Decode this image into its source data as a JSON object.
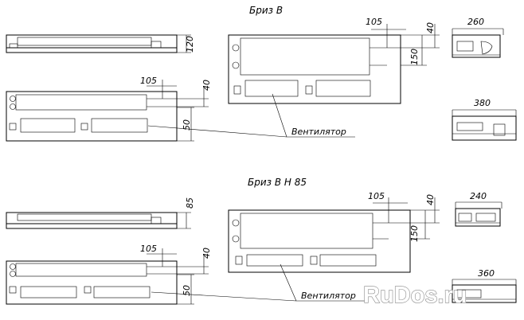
{
  "drawing_b": {
    "title": "Бриз В",
    "dims": {
      "plan_height": "120",
      "section_offset": "105",
      "section_top": "40",
      "section_bottom": "50",
      "main_offset": "105",
      "main_top": "40",
      "main_height": "150",
      "end_width_small": "260",
      "end_width_large": "380"
    },
    "fan_label": "Вентилятор"
  },
  "drawing_bh85": {
    "title": "Бриз В Н 85",
    "dims": {
      "plan_height": "85",
      "section_offset": "105",
      "section_top": "40",
      "section_bottom": "50",
      "main_offset": "105",
      "main_top": "40",
      "main_height": "150",
      "end_width_small": "240",
      "end_width_large": "360"
    },
    "fan_label": "Вентилятор"
  },
  "watermark": {
    "text": "RuDos.ru"
  }
}
